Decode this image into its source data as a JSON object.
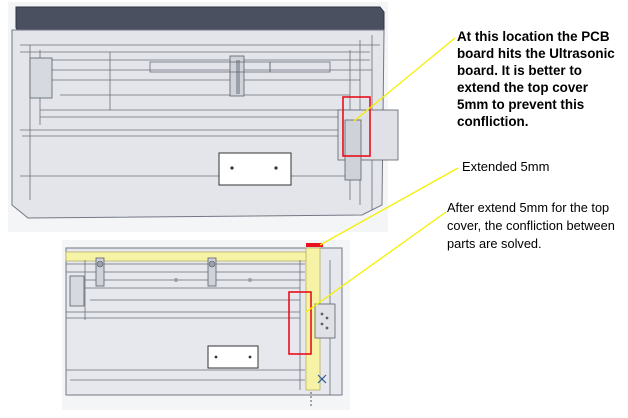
{
  "annotations": {
    "hit_note": "At this location the PCB board hits the Ultrasonic board. It is better to extend the top cover 5mm to prevent this confliction.",
    "extended_label": "Extended 5mm",
    "after_note": "After extend 5mm for the top cover, the confliction between parts are solved."
  },
  "colors": {
    "highlight_box": "#e8101c",
    "leader_line": "#f5f000",
    "extension_fill": "#f7f3a6",
    "cad_line": "#6a6f7a",
    "cover_dark": "#444a58",
    "body_fill": "#e4e6ec",
    "light_fill": "#eef0f4"
  }
}
